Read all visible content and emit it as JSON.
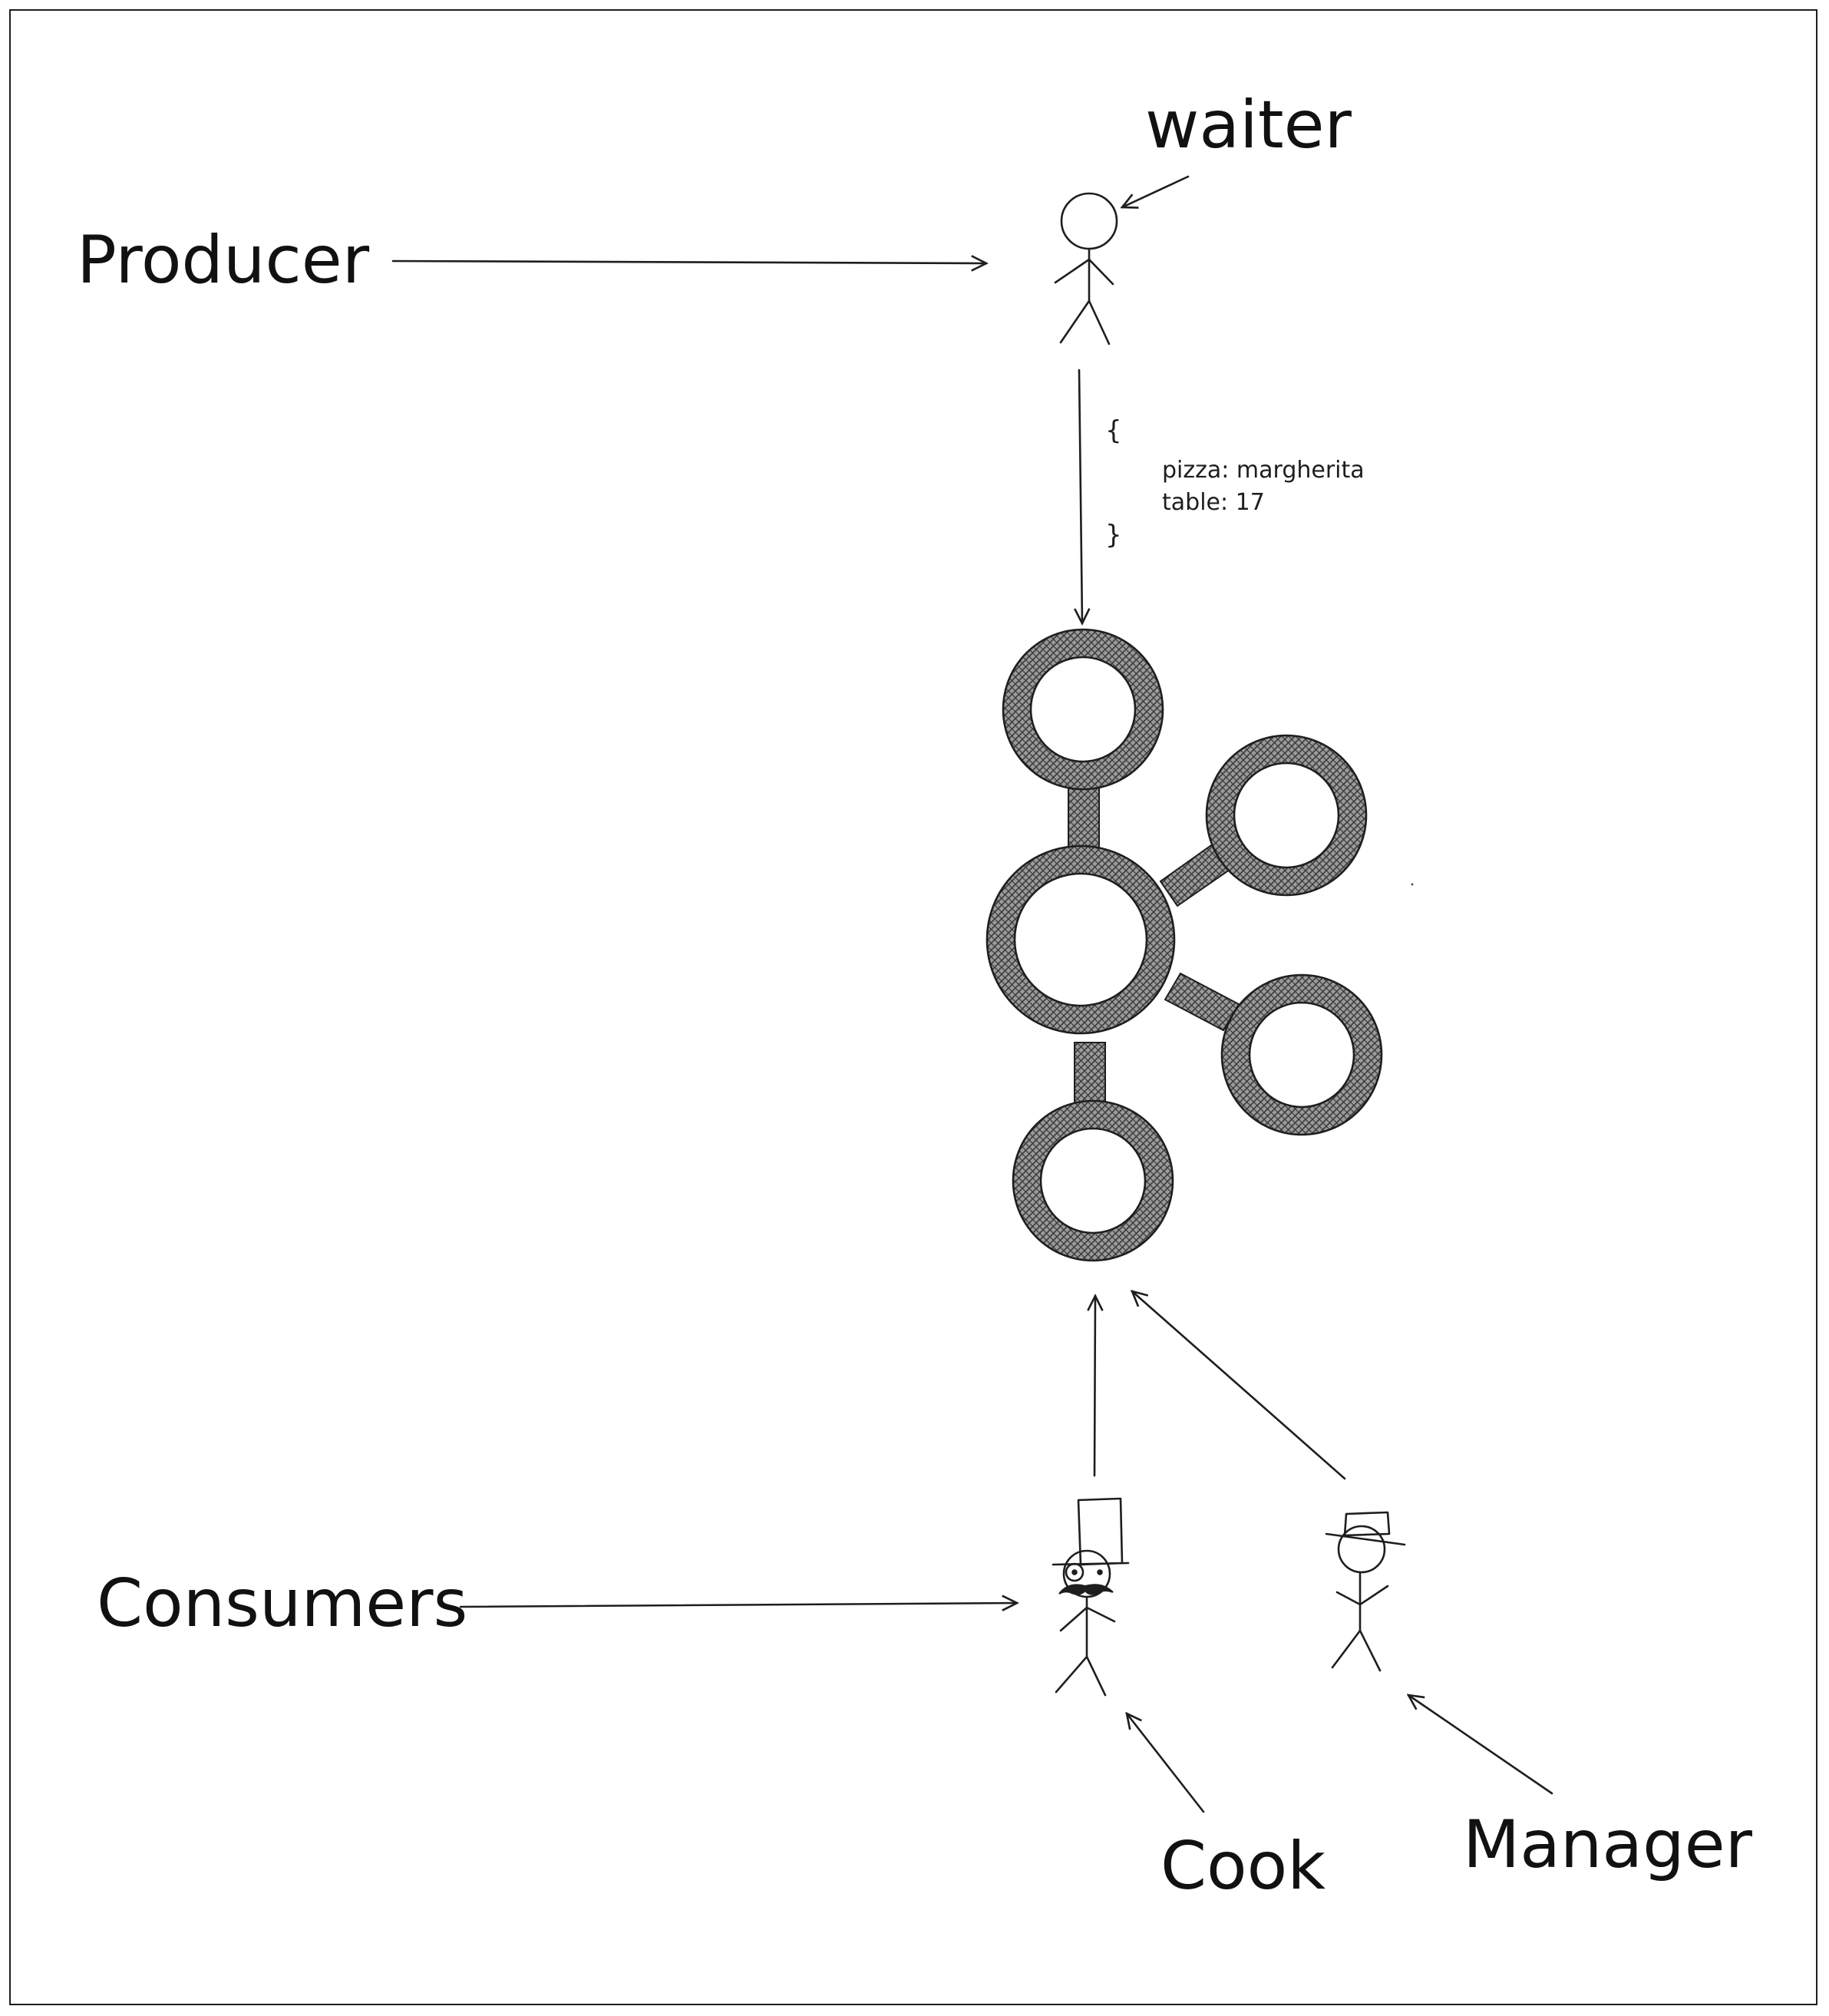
{
  "labels": {
    "producer": "Producer",
    "waiter": "waiter",
    "consumers": "Consumers",
    "cook": "Cook",
    "manager": "Manager"
  },
  "message": {
    "open_brace": "{",
    "line1": "pizza: margherita",
    "line2": "table: 17",
    "close_brace": "}"
  },
  "colors": {
    "stroke": "#1e1e1e",
    "hatch": "#555555",
    "background": "#ffffff"
  },
  "icons": {
    "waiter_figure": "stick-figure",
    "cook_figure": "top-hat-monocle-mustache-figure",
    "manager_figure": "small-hat-figure",
    "broker": "kafka-cluster-logo"
  }
}
